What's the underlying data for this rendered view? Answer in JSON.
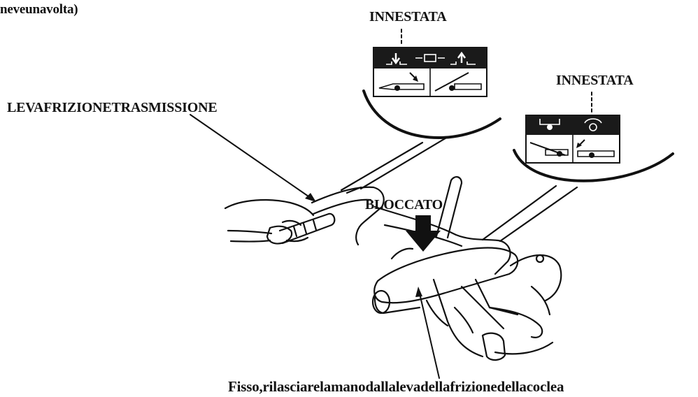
{
  "labels": {
    "top_left": "neveunavolta)",
    "engaged_1": "INNESTATA",
    "engaged_2": "INNESTATA",
    "drive_clutch_lever": "LEVAFRIZIONETRASMISSIONE",
    "locked": "BLOCCATO",
    "bottom_note": "Fisso,rilasciarelamanodallalevadellafrizionedellacoclea"
  },
  "colors": {
    "ink": "#111111",
    "panel_dark": "#1a1a1a",
    "paper": "#ffffff"
  },
  "icons": [
    "drive-clutch-decal-icon",
    "auger-clutch-decal-icon",
    "arrow-down-icon",
    "hand-icon",
    "handlebar-icon"
  ]
}
